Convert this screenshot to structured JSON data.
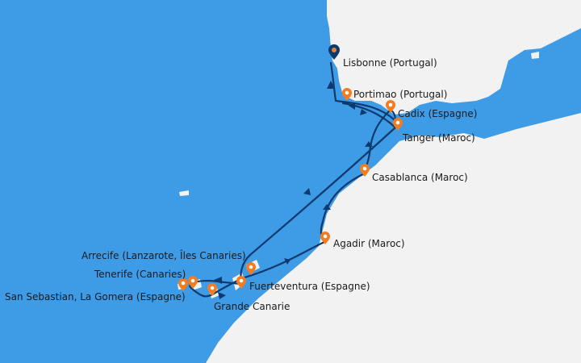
{
  "map": {
    "colors": {
      "sea": "#3e9be6",
      "land": "#f2f2f2",
      "route": "#0c3a6e",
      "pin": "#f47c20",
      "start_pin": "#0c3a6e"
    },
    "ports": [
      {
        "id": "lisbonne",
        "label": "Lisbonne (Portugal)",
        "type": "start"
      },
      {
        "id": "portimao",
        "label": "Portimao (Portugal)",
        "type": "port"
      },
      {
        "id": "cadix",
        "label": "Cadix (Espagne)",
        "type": "port"
      },
      {
        "id": "tanger",
        "label": "Tanger (Maroc)",
        "type": "port"
      },
      {
        "id": "casablanca",
        "label": "Casablanca (Maroc)",
        "type": "port"
      },
      {
        "id": "agadir",
        "label": "Agadir (Maroc)",
        "type": "port"
      },
      {
        "id": "arrecife",
        "label": "Arrecife (Lanzarote, Îles Canaries)",
        "type": "port"
      },
      {
        "id": "fuerteventura",
        "label": "Fuerteventura (Espagne)",
        "type": "port"
      },
      {
        "id": "tenerife",
        "label": "Tenerife (Canaries)",
        "type": "port"
      },
      {
        "id": "san-sebastian",
        "label": "San Sebastian, La Gomera (Espagne)",
        "type": "port"
      },
      {
        "id": "grande-canarie",
        "label": "Grande Canarie",
        "type": "port"
      }
    ]
  }
}
